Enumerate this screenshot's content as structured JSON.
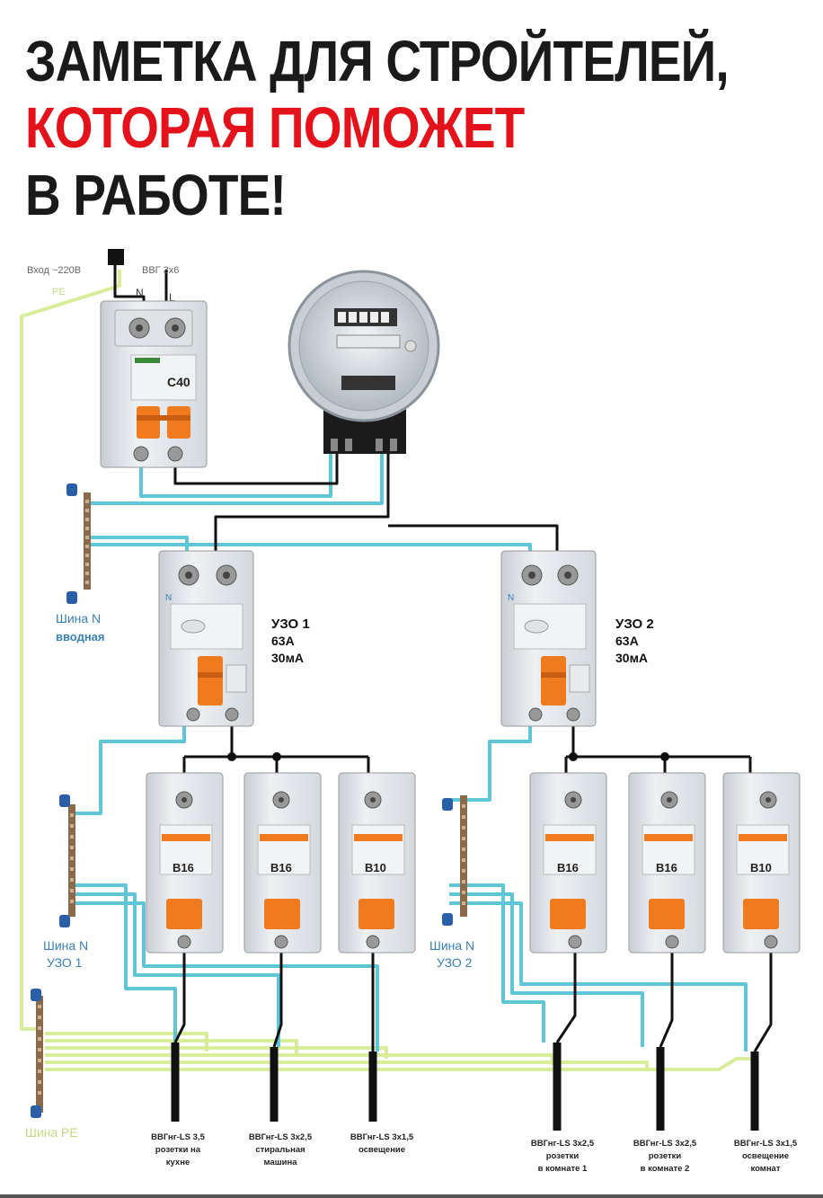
{
  "headline": {
    "line1": "ЗАМЕТКА ДЛЯ СТРОЙТЕЛЕЙ,",
    "line2": "КОТОРАЯ ПОМОЖЕТ",
    "line3": "В РАБОТЕ!"
  },
  "input": {
    "label": "Вход ~220В",
    "cable": "ВВГ 3х6",
    "pe": "PE",
    "n": "N",
    "l": "L"
  },
  "main_breaker": {
    "rating": "C40"
  },
  "meter": {},
  "bus_input": {
    "line1": "Шина N",
    "line2": "вводная"
  },
  "rcd": [
    {
      "name": "УЗО 1",
      "current": "63А",
      "leak": "30мА",
      "n": "N"
    },
    {
      "name": "УЗО 2",
      "current": "63А",
      "leak": "30мА",
      "n": "N"
    }
  ],
  "breakers_group1": [
    "B16",
    "B16",
    "B10"
  ],
  "breakers_group2": [
    "B16",
    "B16",
    "B10"
  ],
  "bus_rcd1": {
    "line1": "Шина N",
    "line2": "УЗО 1"
  },
  "bus_rcd2": {
    "line1": "Шина N",
    "line2": "УЗО 2"
  },
  "bus_pe": {
    "label": "Шина PE"
  },
  "outputs": [
    {
      "cable": "ВВГнг-LS 3,5",
      "line2": "розетки на",
      "line3": "кухне"
    },
    {
      "cable": "ВВГнг-LS 3х2,5",
      "line2": "стиральная",
      "line3": "машина"
    },
    {
      "cable": "ВВГнг-LS 3х1,5",
      "line2": "освещение",
      "line3": ""
    },
    {
      "cable": "ВВГнг-LS 3х2,5",
      "line2": "розетки",
      "line3": "в комнате 1"
    },
    {
      "cable": "ВВГнг-LS 3х2,5",
      "line2": "розетки",
      "line3": "в комнате 2"
    },
    {
      "cable": "ВВГнг-LS 3х1,5",
      "line2": "освещение",
      "line3": "комнат"
    }
  ],
  "colors": {
    "pe_wire": "#d8ec9a",
    "n_wire": "#5fc6d8",
    "l_wire": "#111111",
    "handle": "#f07a1e",
    "title_red": "#e3121b",
    "label_blue": "#3a7fb5"
  }
}
